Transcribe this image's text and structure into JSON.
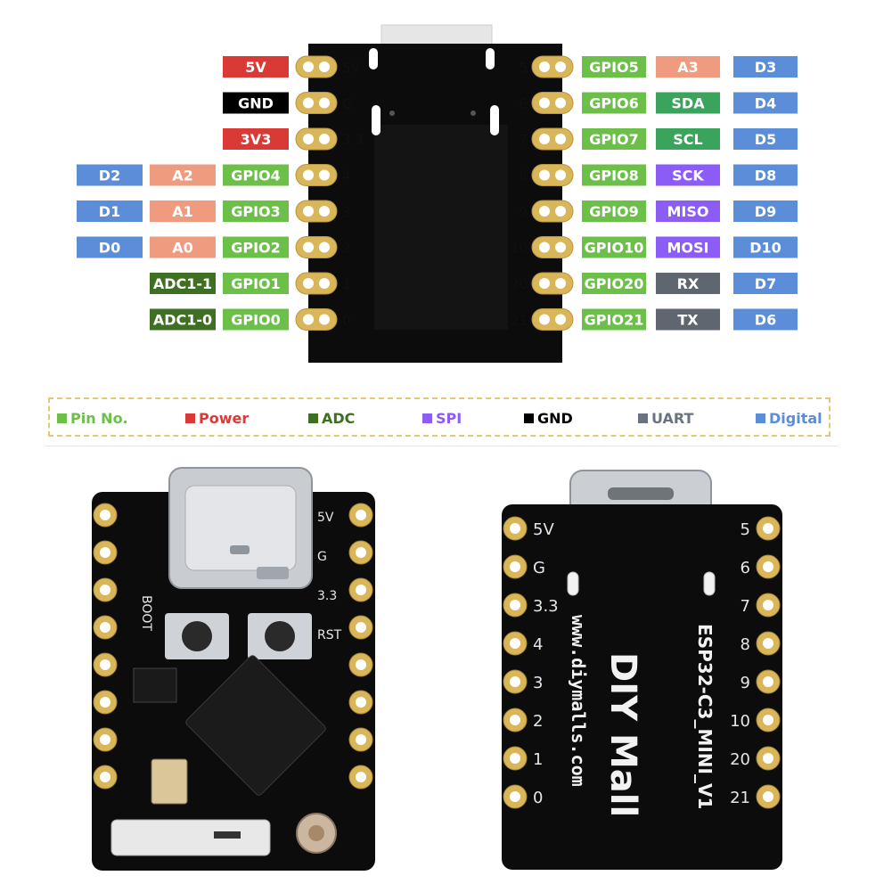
{
  "left_pins": [
    {
      "pad": "5V",
      "gpio": "",
      "power": "5V",
      "power_type": "power",
      "analog": "",
      "digital": "",
      "adc": ""
    },
    {
      "pad": "G",
      "gpio": "",
      "power": "GND",
      "power_type": "gnd",
      "analog": "",
      "digital": "",
      "adc": ""
    },
    {
      "pad": "3.3",
      "gpio": "",
      "power": "3V3",
      "power_type": "power",
      "analog": "",
      "digital": "",
      "adc": ""
    },
    {
      "pad": "4",
      "gpio": "GPIO4",
      "power": "",
      "power_type": "",
      "analog": "A2",
      "digital": "D2",
      "adc": ""
    },
    {
      "pad": "3",
      "gpio": "GPIO3",
      "power": "",
      "power_type": "",
      "analog": "A1",
      "digital": "D1",
      "adc": ""
    },
    {
      "pad": "2",
      "gpio": "GPIO2",
      "power": "",
      "power_type": "",
      "analog": "A0",
      "digital": "D0",
      "adc": ""
    },
    {
      "pad": "1",
      "gpio": "GPIO1",
      "power": "",
      "power_type": "",
      "analog": "",
      "digital": "",
      "adc": "ADC1-1"
    },
    {
      "pad": "0",
      "gpio": "GPIO0",
      "power": "",
      "power_type": "",
      "analog": "",
      "digital": "",
      "adc": "ADC1-0"
    }
  ],
  "right_pins": [
    {
      "pad": "5",
      "gpio": "GPIO5",
      "func": "A3",
      "func_type": "analog",
      "digital": "D3"
    },
    {
      "pad": "6",
      "gpio": "GPIO6",
      "func": "SDA",
      "func_type": "i2c",
      "digital": "D4"
    },
    {
      "pad": "7",
      "gpio": "GPIO7",
      "func": "SCL",
      "func_type": "i2c",
      "digital": "D5"
    },
    {
      "pad": "8",
      "gpio": "GPIO8",
      "func": "SCK",
      "func_type": "spi",
      "digital": "D8"
    },
    {
      "pad": "9",
      "gpio": "GPIO9",
      "func": "MISO",
      "func_type": "spi",
      "digital": "D9"
    },
    {
      "pad": "10",
      "gpio": "GPIO10",
      "func": "MOSI",
      "func_type": "spi",
      "digital": "D10"
    },
    {
      "pad": "20",
      "gpio": "GPIO20",
      "func": "RX",
      "func_type": "uart",
      "digital": "D7"
    },
    {
      "pad": "21",
      "gpio": "GPIO21",
      "func": "TX",
      "func_type": "uart",
      "digital": "D6"
    }
  ],
  "legend": [
    {
      "label": "Pin No.",
      "color": "#6cc04a"
    },
    {
      "label": "Power",
      "color": "#d93a36"
    },
    {
      "label": "ADC",
      "color": "#3f6f22"
    },
    {
      "label": "SPI",
      "color": "#8b5cf6"
    },
    {
      "label": "GND",
      "color": "#000000"
    },
    {
      "label": "UART",
      "color": "#6b7280"
    },
    {
      "label": "Digital",
      "color": "#5b8dd8"
    }
  ],
  "colors": {
    "gpio": "#6cc04a",
    "power": "#d93a36",
    "gnd": "#000000",
    "analog": "#ef9b80",
    "digital": "#5b8dd8",
    "adc": "#3f6f22",
    "spi": "#8b5cf6",
    "i2c": "#3aa35c",
    "uart": "#5f6670",
    "pcb": "#0c0c0c",
    "gold": "#d9b65a"
  },
  "board_front": {
    "silk_pins_right": [
      "5V",
      "G",
      "3.3",
      "RST"
    ],
    "silk_boot": "BOOT"
  },
  "board_back": {
    "silk_left": [
      "5V",
      "G",
      "3.3",
      "4",
      "3",
      "2",
      "1",
      "0"
    ],
    "silk_right": [
      "5",
      "6",
      "7",
      "8",
      "9",
      "10",
      "20",
      "21"
    ],
    "url": "www.diymalls.com",
    "brand": "DIY Mall",
    "model": "ESP32-C3_MINI_V1"
  }
}
